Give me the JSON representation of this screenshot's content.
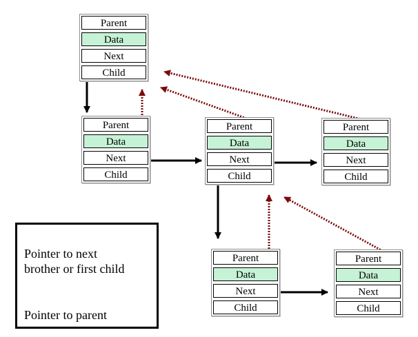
{
  "colors": {
    "next_pointer": "#000000",
    "parent_pointer": "#7a0b0b",
    "data_field": "#c6f2d6"
  },
  "nodes": [
    {
      "id": "root",
      "fields": [
        "Parent",
        "Data",
        "Next",
        "Child"
      ]
    },
    {
      "id": "child-1",
      "fields": [
        "Parent",
        "Data",
        "Next",
        "Child"
      ]
    },
    {
      "id": "child-2",
      "fields": [
        "Parent",
        "Data",
        "Next",
        "Child"
      ]
    },
    {
      "id": "child-3",
      "fields": [
        "Parent",
        "Data",
        "Next",
        "Child"
      ]
    },
    {
      "id": "grandchild-1",
      "fields": [
        "Parent",
        "Data",
        "Next",
        "Child"
      ]
    },
    {
      "id": "grandchild-2",
      "fields": [
        "Parent",
        "Data",
        "Next",
        "Child"
      ]
    }
  ],
  "edges": [
    {
      "type": "next",
      "from": "root.Child",
      "to": "child-1"
    },
    {
      "type": "next",
      "from": "child-1.Next",
      "to": "child-2"
    },
    {
      "type": "next",
      "from": "child-2.Next",
      "to": "child-3"
    },
    {
      "type": "next",
      "from": "child-2.Child",
      "to": "grandchild-1"
    },
    {
      "type": "next",
      "from": "grandchild-1.Next",
      "to": "grandchild-2"
    },
    {
      "type": "parent",
      "from": "child-1.Parent",
      "to": "root"
    },
    {
      "type": "parent",
      "from": "child-2.Parent",
      "to": "root"
    },
    {
      "type": "parent",
      "from": "child-3.Parent",
      "to": "root"
    },
    {
      "type": "parent",
      "from": "grandchild-1.Parent",
      "to": "child-2"
    },
    {
      "type": "parent",
      "from": "grandchild-2.Parent",
      "to": "child-2"
    }
  ],
  "legend": {
    "next_label": "Pointer to next\nbrother or first child",
    "parent_label": "Pointer to parent"
  }
}
